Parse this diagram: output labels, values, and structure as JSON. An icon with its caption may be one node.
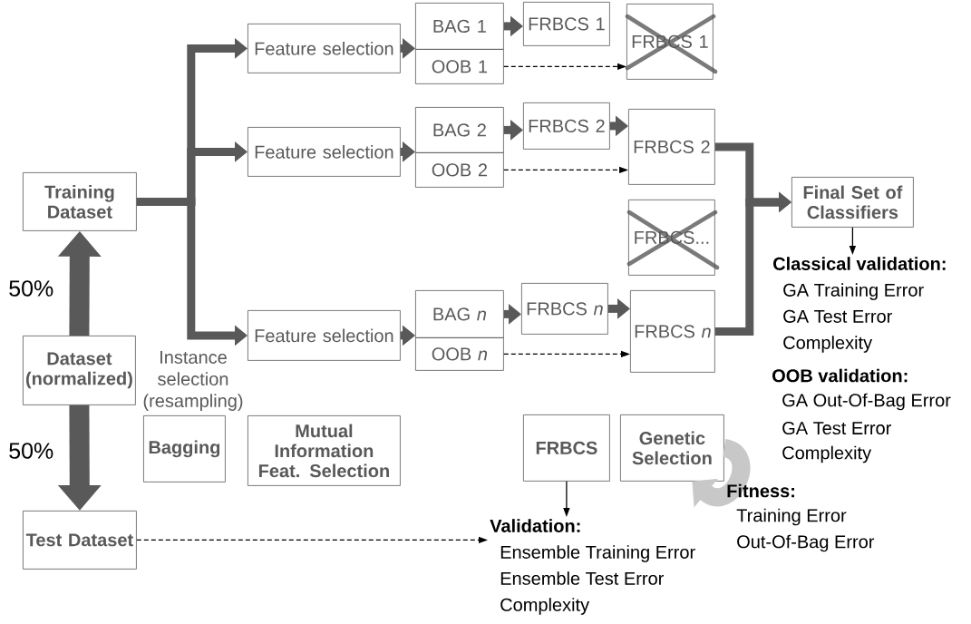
{
  "diagram": {
    "nodes": [
      {
        "text": [
          "Training Dataset"
        ]
      },
      {
        "text": [
          "Dataset (normalized)"
        ]
      },
      {
        "text": [
          "Test Dataset"
        ]
      },
      {
        "text": [
          "Feature selection"
        ]
      },
      {
        "text": [
          "Feature selection"
        ]
      },
      {
        "text": [
          "Feature selection"
        ]
      },
      {
        "text": [
          "BAG 1"
        ]
      },
      {
        "text": [
          "OOB 1"
        ]
      },
      {
        "text": [
          "BAG 2"
        ]
      },
      {
        "text": [
          "OOB 2"
        ]
      },
      {
        "text": [
          "BAG *n*"
        ]
      },
      {
        "text": [
          "OOB *n*"
        ]
      },
      {
        "text": [
          "FRBCS 1"
        ]
      },
      {
        "text": [
          "FRBCS 1"
        ]
      },
      {
        "text": [
          "FRBCS 2"
        ]
      },
      {
        "text": [
          "FRBCS 2"
        ]
      },
      {
        "text": [
          "FRBCS..."
        ]
      },
      {
        "text": [
          "FRBCS *n*"
        ]
      },
      {
        "text": [
          "FRBCS *n*"
        ]
      },
      {
        "text": [
          "Final Set of Classifiers"
        ]
      },
      {
        "text": [
          "Classical validation:",
          "GA Training Error",
          "GA Test Error",
          "Complexity"
        ]
      },
      {
        "text": [
          "Bagging"
        ]
      },
      {
        "text": [
          "Mutual Information Feat. Selection"
        ]
      },
      {
        "text": [
          "FRBCS"
        ]
      },
      {
        "text": [
          "Genetic Selection"
        ]
      },
      {
        "text": [
          "Validation:",
          "Ensemble Training Error",
          "Ensemble Test Error",
          "Complexity"
        ]
      }
    ],
    "edges": [
      {
        "from": 0,
        "to": 3,
        "arrow": "to"
      },
      {
        "from": 0,
        "to": 4,
        "arrow": "to"
      },
      {
        "from": 0,
        "to": 5,
        "arrow": "to"
      },
      {
        "from": 1,
        "to": 0,
        "arrow": "to",
        "style": "thick"
      },
      {
        "from": 1,
        "to": 2,
        "arrow": "to",
        "style": "thick"
      },
      {
        "from": 3,
        "to": 6,
        "arrow": "to"
      },
      {
        "from": 6,
        "to": 12,
        "arrow": "to"
      },
      {
        "from": 7,
        "to": 13,
        "arrow": "to",
        "style": "dashed",
        "color": "#000000"
      },
      {
        "from": 4,
        "to": 8,
        "arrow": "to"
      },
      {
        "from": 8,
        "to": 14,
        "arrow": "to"
      },
      {
        "from": 14,
        "to": 15,
        "arrow": "to"
      },
      {
        "from": 9,
        "to": 15,
        "arrow": "to",
        "style": "dashed",
        "color": "#000000"
      },
      {
        "from": 5,
        "to": 10,
        "arrow": "to"
      },
      {
        "from": 10,
        "to": 17,
        "arrow": "to"
      },
      {
        "from": 17,
        "to": 18,
        "arrow": "to"
      },
      {
        "from": 11,
        "to": 18,
        "arrow": "to",
        "style": "dashed",
        "color": "#000000"
      },
      {
        "from": 15,
        "to": 19,
        "arrow": "to"
      },
      {
        "from": 18,
        "to": 19,
        "arrow": "to"
      },
      {
        "from": 19,
        "to": 20,
        "arrow": "to",
        "color": "#000000"
      },
      {
        "from": 23,
        "to": 25,
        "arrow": "to",
        "color": "#000000"
      },
      {
        "from": 2,
        "to": 25,
        "arrow": "to",
        "style": "dashed",
        "color": "#000000"
      },
      {
        "from": 24,
        "to": 24,
        "arrow": "to",
        "style": "thick",
        "color": "#c8c8c8"
      }
    ],
    "labels": [
      "50%",
      "50%",
      "Instance selection (resampling)",
      "OOB validation:",
      "GA Out-Of-Bag Error",
      "GA Test Error",
      "Complexity",
      "Fitness:",
      "Training Error",
      "Out-Of-Bag Error"
    ]
  }
}
